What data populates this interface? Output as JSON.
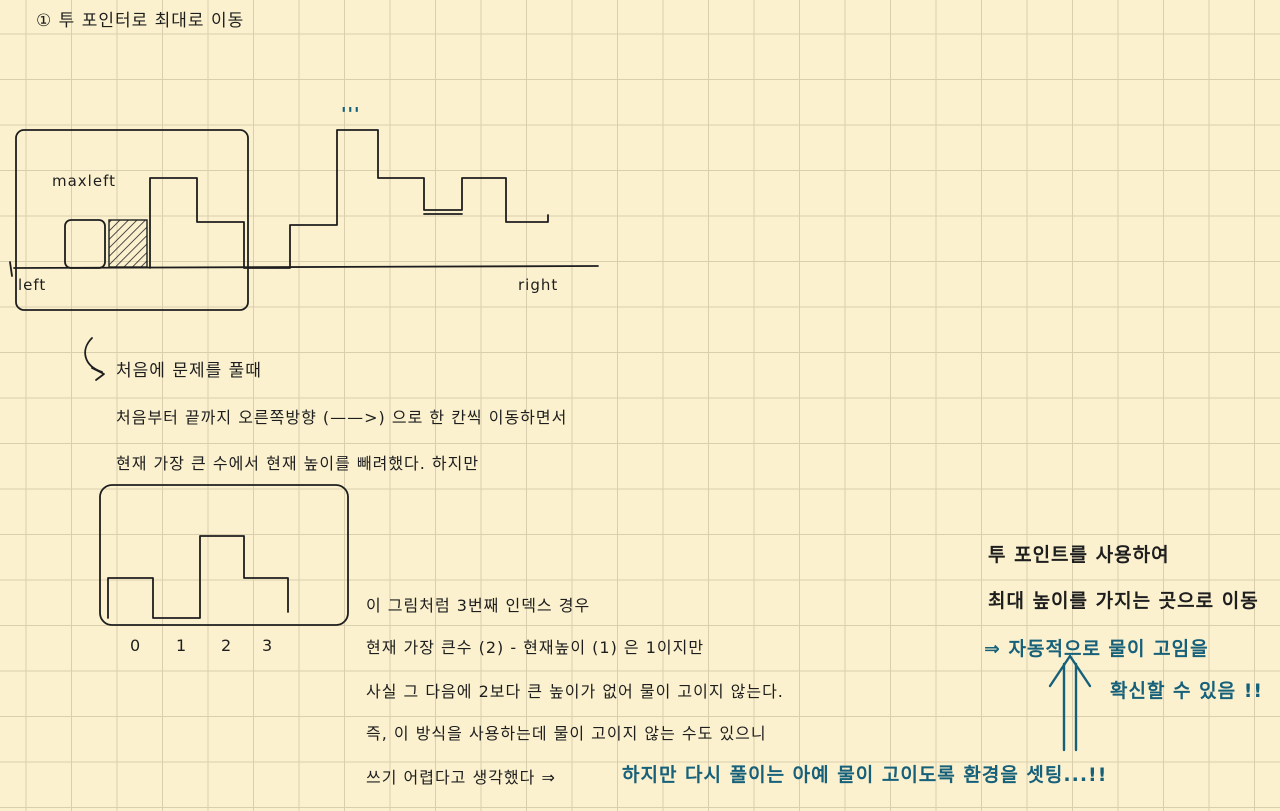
{
  "heading": "① 투 포인터로 최대로 이동",
  "figure1": {
    "label_maxleft": "maxleft",
    "label_left": "left",
    "label_right": "right"
  },
  "mark_top": "'''",
  "note_title": "처음에 문제를 풀때",
  "line_1": "처음부터 끝까지 오른쪽방향 (——>) 으로 한 칸씩 이동하면서",
  "line_2": "현재 가장 큰 수에서 현재 높이를 빼려했다. 하지만",
  "figure2": {
    "x_labels": [
      "0",
      "1",
      "2",
      "3"
    ]
  },
  "example": {
    "line_1": "이 그림처럼 3번째 인덱스 경우",
    "line_2": "현재 가장 큰수 (2) - 현재높이 (1) 은 1이지만",
    "line_3": "사실 그 다음에 2보다 큰 높이가 없어 물이 고이지 않는다.",
    "line_4": "즉, 이 방식을 사용하는데 물이 고이지 않는 수도 있으니",
    "line_5_dark": "쓰기 어렵다고 생각했다 ⇒",
    "line_5_blue": "하지만 다시 풀이는 아예 물이 고이도록 환경을 셋팅...!!"
  },
  "side_note": {
    "line_1": "투 포인트를 사용하여",
    "line_2": "최대 높이를 가지는 곳으로 이동",
    "line_3": "⇒ 자동적으로 물이 고임을",
    "line_4": "확신할 수 있음 !!"
  },
  "colors": {
    "paper": "#fbf1cf",
    "grid": "#d9cfae",
    "ink": "#1e1e1e",
    "accent_blue": "#16607a"
  }
}
